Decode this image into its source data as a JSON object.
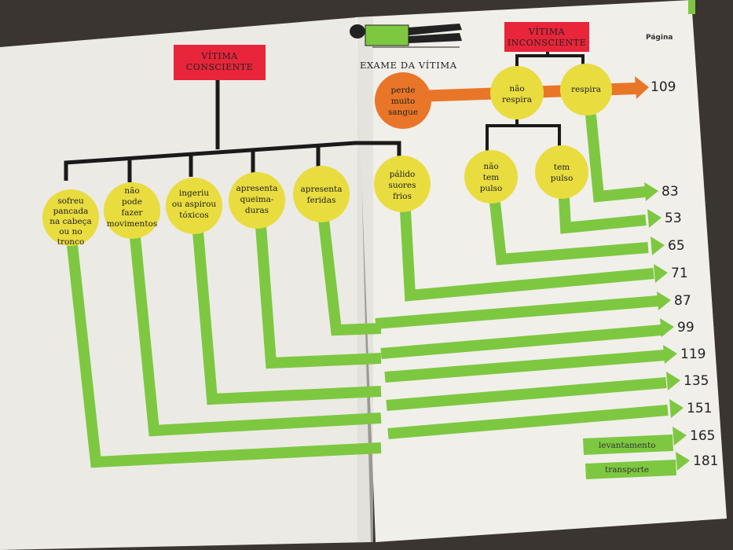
{
  "header": {
    "pagina_label": "Página",
    "exame_title": "EXAME DA VÍTIMA"
  },
  "boxes": {
    "consciente": [
      "VÍTIMA",
      "CONSCIENTE"
    ],
    "inconsciente": [
      "VÍTIMA",
      "INCONSCIENTE"
    ]
  },
  "nodes": {
    "n1": [
      "sofreu",
      "pancada",
      "na cabeça",
      "ou no",
      "tronco"
    ],
    "n2": [
      "não",
      "pode",
      "fazer",
      "movimentos"
    ],
    "n3": [
      "ingeriu",
      "ou aspirou",
      "tóxicos"
    ],
    "n4": [
      "apresenta",
      "queima-",
      "duras"
    ],
    "n5": [
      "apresenta",
      "feridas"
    ],
    "n6": [
      "pálido",
      "suores",
      "frios"
    ],
    "sangue": [
      "perde",
      "muito",
      "sangue"
    ],
    "nao_respira": [
      "não",
      "respira"
    ],
    "respira": [
      "respira"
    ],
    "nao_tem_pulso": [
      "não",
      "tem",
      "pulso"
    ],
    "tem_pulso": [
      "tem",
      "pulso"
    ]
  },
  "pages": {
    "p109": "109",
    "list": [
      "83",
      "53",
      "65",
      "71",
      "87",
      "99",
      "119",
      "135",
      "151",
      "165",
      "181"
    ]
  },
  "labels": {
    "levantamento": "levantamento",
    "transporte": "transporte"
  },
  "colors": {
    "green": "#7dc840",
    "yellow": "#e9dc3f",
    "orange": "#e97628",
    "red": "#e8253a",
    "paper": "#efede8"
  }
}
